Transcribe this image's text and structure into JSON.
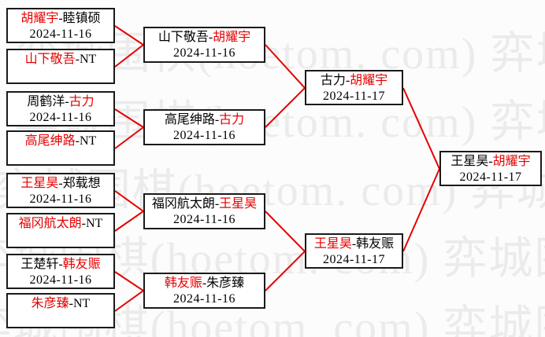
{
  "separator": "-",
  "watermark": {
    "text": "弈城围棋(hoetom. com)",
    "color": "#ebebeb"
  },
  "colors": {
    "red": "#e60000",
    "border": "#1a1a1a",
    "background": "#fcfcfc",
    "text": "#000000"
  },
  "bracket": {
    "round1": [
      {
        "p1": "胡耀宇",
        "p2": "睦镇硕",
        "date": "2024-11-16",
        "winner": "p1"
      },
      {
        "p1": "山下敬吾",
        "p2": "NT",
        "date": "",
        "winner": "p1"
      },
      {
        "p1": "周鹤洋",
        "p2": "古力",
        "date": "2024-11-16",
        "winner": "p2"
      },
      {
        "p1": "高尾绅路",
        "p2": "NT",
        "date": "",
        "winner": "p1"
      },
      {
        "p1": "王星昊",
        "p2": "郑载想",
        "date": "2024-11-16",
        "winner": "p1"
      },
      {
        "p1": "福冈航太朗",
        "p2": "NT",
        "date": "",
        "winner": "p1"
      },
      {
        "p1": "王楚轩",
        "p2": "韩友赈",
        "date": "2024-11-16",
        "winner": "p2"
      },
      {
        "p1": "朱彦臻",
        "p2": "NT",
        "date": "",
        "winner": "p1"
      }
    ],
    "round2": [
      {
        "p1": "山下敬吾",
        "p2": "胡耀宇",
        "date": "2024-11-16",
        "winner": "p2"
      },
      {
        "p1": "高尾绅路",
        "p2": "古力",
        "date": "2024-11-16",
        "winner": "p2"
      },
      {
        "p1": "福冈航太朗",
        "p2": "王星昊",
        "date": "2024-11-16",
        "winner": "p2"
      },
      {
        "p1": "韩友赈",
        "p2": "朱彦臻",
        "date": "2024-11-16",
        "winner": "p1"
      }
    ],
    "round3": [
      {
        "p1": "古力",
        "p2": "胡耀宇",
        "date": "2024-11-17",
        "winner": "p2"
      },
      {
        "p1": "王星昊",
        "p2": "韩友赈",
        "date": "2024-11-17",
        "winner": "p1"
      }
    ],
    "final": {
      "p1": "王星昊",
      "p2": "胡耀宇",
      "date": "2024-11-17",
      "winner": "p2"
    }
  }
}
